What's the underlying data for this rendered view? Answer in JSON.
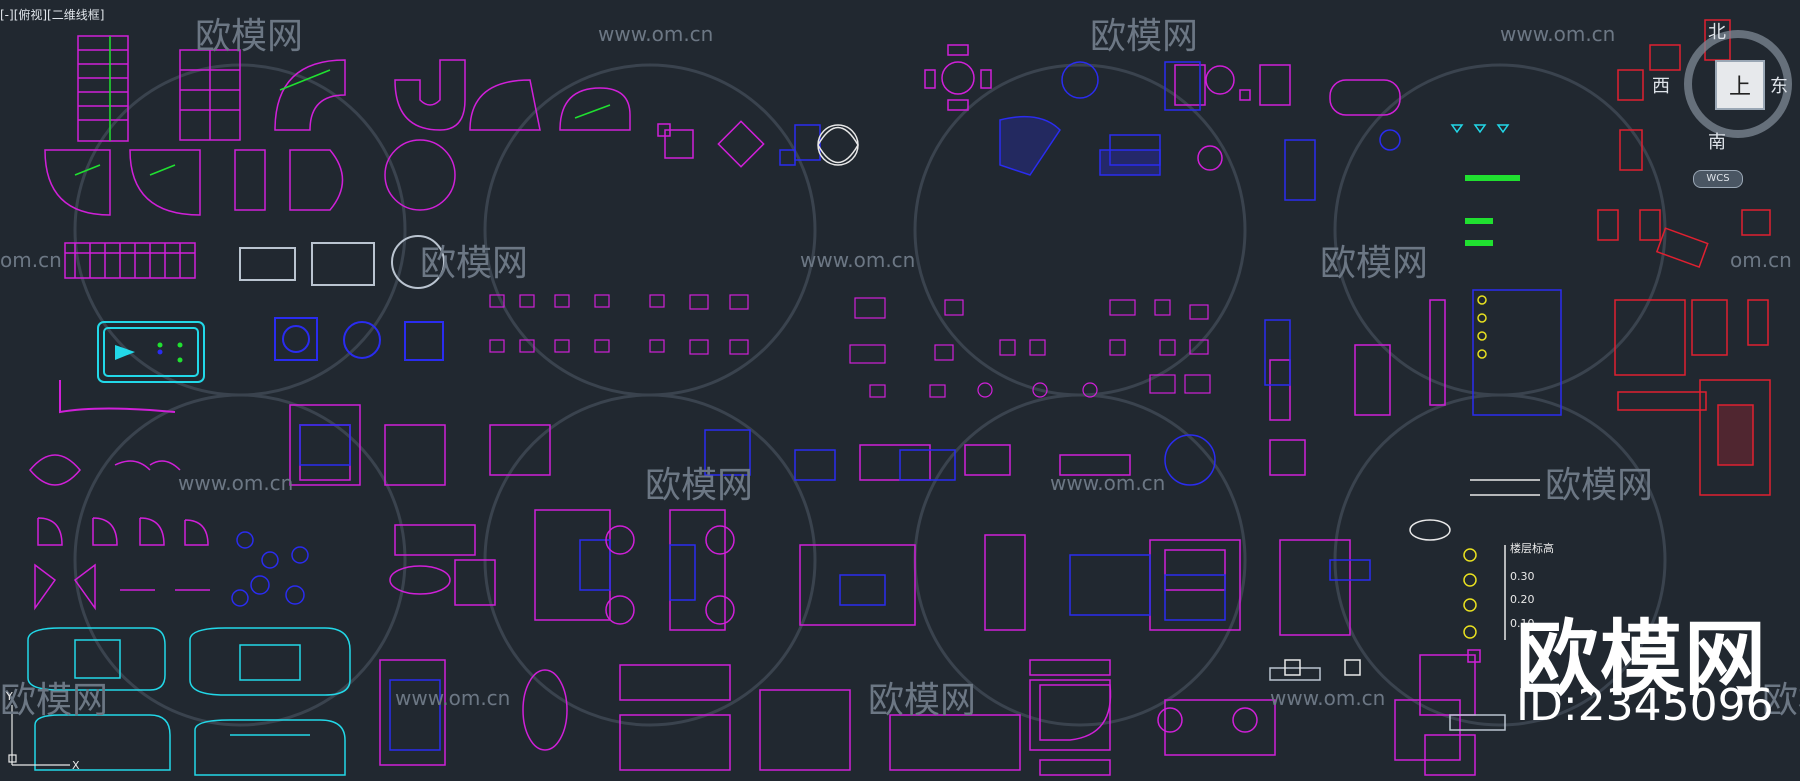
{
  "viewport": {
    "label": "[-][俯视][二维线框]"
  },
  "watermark": {
    "brand": "欧模网",
    "url_text": "www.om.cn",
    "url_short": "om.cn"
  },
  "brand_overlay": {
    "name": "欧模网",
    "id_text": "ID:2345096"
  },
  "viewcube": {
    "north": "北",
    "south": "南",
    "east": "东",
    "west": "西",
    "top": "上",
    "wcs": "WCS"
  },
  "small_labels": {
    "level_1": "0.30",
    "level_2": "0.20",
    "level_3": "0.10",
    "elevation": "楼层标高",
    "axis_y": "Y",
    "axis_x": "X"
  },
  "colors": {
    "background": "#212830",
    "magenta": "#d020d8",
    "blue": "#2a2cf0",
    "cyan": "#22d8e8",
    "red": "#e02030",
    "green": "#20e030",
    "white": "#e8e8e8",
    "yellow": "#e8e020",
    "watermark": "#6c7784"
  }
}
